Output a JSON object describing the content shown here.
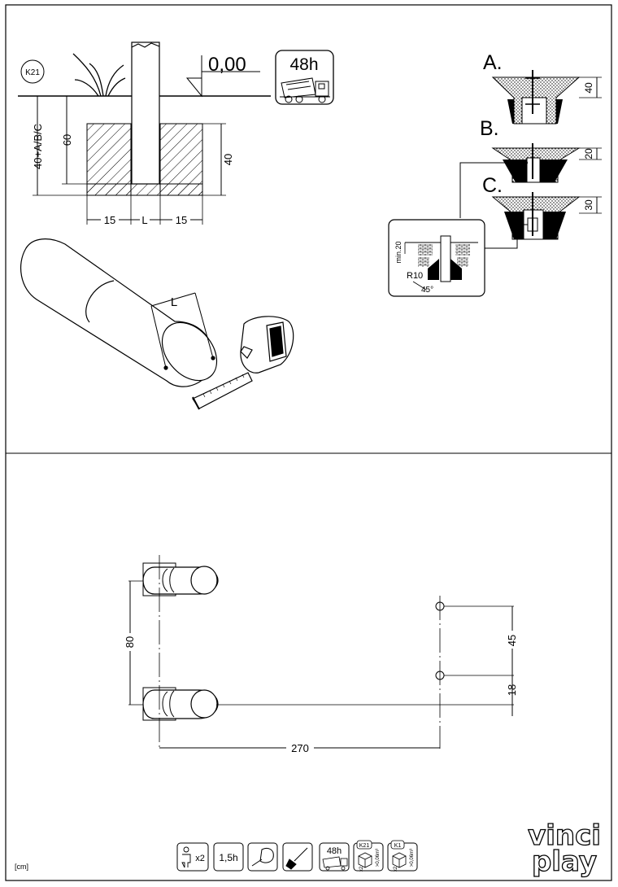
{
  "top": {
    "badge": "K21",
    "level": "0,00",
    "cure_time": "48h",
    "depth_label": "40+A/B/C",
    "dim_60": "60",
    "dim_40": "40",
    "dim_15_left": "15",
    "dim_L": "L",
    "dim_15_right": "15",
    "tube_L": "L"
  },
  "details": {
    "a": {
      "letter": "A.",
      "dim": "40"
    },
    "b": {
      "letter": "B.",
      "dim": "20"
    },
    "c": {
      "letter": "C.",
      "dim": "30"
    },
    "inset": {
      "min": "min.20",
      "radius": "R10",
      "angle": "45°"
    }
  },
  "plan": {
    "dim_80": "80",
    "dim_45": "45",
    "dim_18": "18",
    "dim_270": "270"
  },
  "footer": {
    "unit": "[cm]",
    "persons": "x2",
    "time": "1,5h",
    "cure": "48h",
    "k21": "K21",
    "k1": "K1",
    "qty_k21": "x2",
    "vol_k21": ">0,06m³",
    "qty_k1": "x2",
    "vol_k1": ">0,06m³",
    "brand_top": "vinci",
    "brand_bottom": "play"
  }
}
